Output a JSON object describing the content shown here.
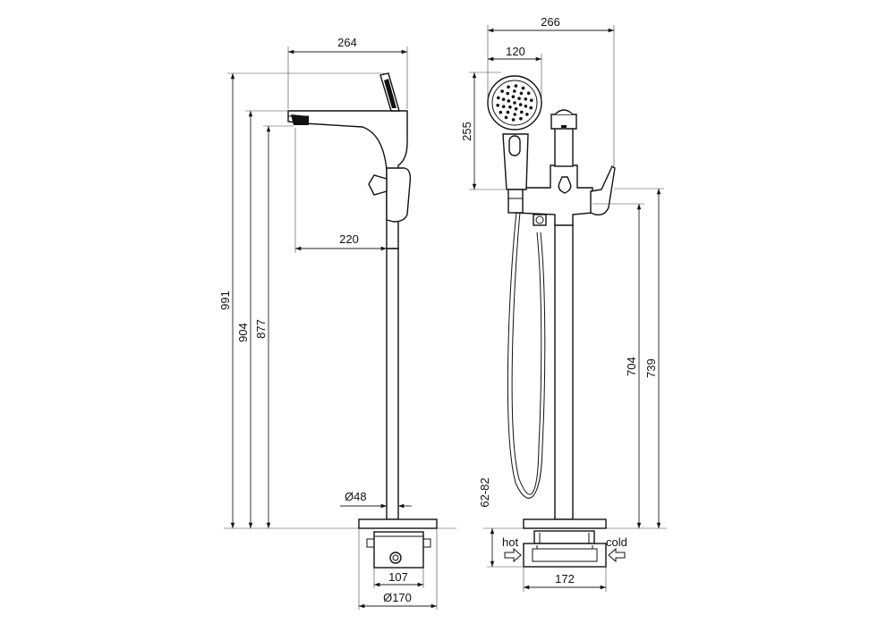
{
  "colors": {
    "line": "#111111",
    "background": "#ffffff"
  },
  "side_view": {
    "dims": {
      "spout_width": "264",
      "spout_reach": "220",
      "total_height": "991",
      "height_904": "904",
      "spout_outlet_height": "877",
      "column_diameter": "Ø48",
      "box_width": "107",
      "base_diameter": "Ø170"
    }
  },
  "front_view": {
    "dims": {
      "overall_width": "266",
      "head_diameter": "120",
      "head_height": "255",
      "height_704": "704",
      "height_739": "739",
      "floor_range": "62-82",
      "box_width": "172"
    },
    "labels": {
      "hot": "hot",
      "cold": "cold"
    }
  }
}
